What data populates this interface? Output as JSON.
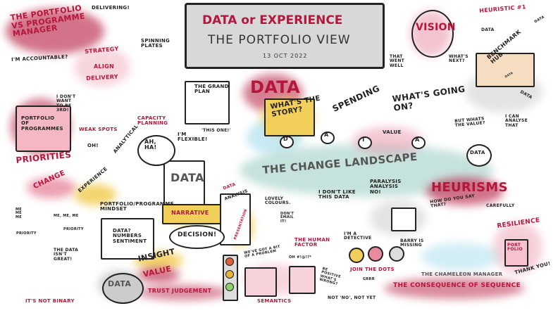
{
  "title": {
    "line1": "DATA or EXPERIENCE",
    "line2": "THE PORTFOLIO VIEW",
    "date": "13 OCT 2022"
  },
  "colors": {
    "accent_red": "#b5173c",
    "highlight_pink": "#e88aa0",
    "highlight_yellow": "#f2cf5b",
    "highlight_blue": "#8fd3e8",
    "landscape_teal": "#a9d3cc",
    "banner_gray": "#d8d8d8"
  },
  "labels": [
    {
      "id": "portfolio-vs-programme",
      "text": "THE PORTFOLIO\nvs PROGRAMME\nMANAGER",
      "style": "red"
    },
    {
      "id": "delivering",
      "text": "DELIVERING!"
    },
    {
      "id": "spinning-plates",
      "text": "SPINNING\nPLATES"
    },
    {
      "id": "strategy",
      "text": "STRATEGY",
      "style": "red"
    },
    {
      "id": "align",
      "text": "ALIGN",
      "style": "red"
    },
    {
      "id": "delivery",
      "text": "DELIVERY",
      "style": "red"
    },
    {
      "id": "accountable",
      "text": "I'M ACCOUNTABLE?"
    },
    {
      "id": "dont-want-3rd",
      "text": "I DON'T\nWANT\nTO BE\n3rd!"
    },
    {
      "id": "portfolio-of-programmes",
      "text": "PORTFOLIO\nof\nPROGRAMMES"
    },
    {
      "id": "weak-spots",
      "text": "WEAK SPOTS",
      "style": "red"
    },
    {
      "id": "capacity-planning",
      "text": "CAPACITY\nPLANNING",
      "style": "red"
    },
    {
      "id": "grand-plan",
      "text": "THE GRAND\nPLAN"
    },
    {
      "id": "this-one",
      "text": "'THIS ONE!'"
    },
    {
      "id": "priorities",
      "text": "PRIORITIES",
      "style": "red"
    },
    {
      "id": "oh",
      "text": "OH!"
    },
    {
      "id": "analytical",
      "text": "ANALYTICAL"
    },
    {
      "id": "ah-ha",
      "text": "AH,\nHA!"
    },
    {
      "id": "flexible",
      "text": "I'M\nFLEXIBLE!"
    },
    {
      "id": "change",
      "text": "CHANGE",
      "style": "red"
    },
    {
      "id": "experience",
      "text": "EXPERIENCE"
    },
    {
      "id": "mindset",
      "text": "PORTFOLIO/PROGRAMME\nMINDSET"
    },
    {
      "id": "monitor-data",
      "text": "DATA",
      "style": "gray"
    },
    {
      "id": "narrative",
      "text": "NARRATIVE",
      "style": "red"
    },
    {
      "id": "me-me-me-1",
      "text": "ME\nME\nME"
    },
    {
      "id": "priority-1",
      "text": "PRIORITY"
    },
    {
      "id": "me-me-me-2",
      "text": "ME, ME, ME"
    },
    {
      "id": "priority-2",
      "text": "PRIORITY"
    },
    {
      "id": "data-isnt-great",
      "text": "THE DATA\nISN'T\nGREAT!"
    },
    {
      "id": "not-binary",
      "text": "IT'S NOT BINARY",
      "style": "red"
    },
    {
      "id": "envelope",
      "text": "DATA?\nNUMBERS\nSENTIMENT"
    },
    {
      "id": "decision",
      "text": "DECISION!"
    },
    {
      "id": "insight",
      "text": "INSIGHT"
    },
    {
      "id": "value-arrow",
      "text": "VALUE",
      "style": "red"
    },
    {
      "id": "data-sack",
      "text": "DATA",
      "style": "gray"
    },
    {
      "id": "trust-judgement",
      "text": "TRUST JUDGEMENT",
      "style": "red"
    },
    {
      "id": "data-tab",
      "text": "DATA",
      "style": "red"
    },
    {
      "id": "analysis-tab",
      "text": "ANALYSIS"
    },
    {
      "id": "presentation",
      "text": "PRESENTATION",
      "style": "red"
    },
    {
      "id": "data-big",
      "text": "DATA",
      "style": "red"
    },
    {
      "id": "whats-the-story",
      "text": "WHAT'S THE\nSTORY?"
    },
    {
      "id": "spending",
      "text": "SPENDING"
    },
    {
      "id": "whats-going-on",
      "text": "WHAT'S GOING\nON?"
    },
    {
      "id": "value-mountain",
      "text": "VALUE"
    },
    {
      "id": "stone-d",
      "text": "D"
    },
    {
      "id": "stone-a1",
      "text": "A"
    },
    {
      "id": "stone-t",
      "text": "T"
    },
    {
      "id": "stone-a2",
      "text": "A"
    },
    {
      "id": "change-landscape",
      "text": "THE CHANGE LANDSCAPE",
      "style": "gray"
    },
    {
      "id": "vision",
      "text": "VISION",
      "style": "red"
    },
    {
      "id": "went-well",
      "text": "THAT\nWENT\nWELL"
    },
    {
      "id": "whats-next",
      "text": "WHAT'S\nNEXT?"
    },
    {
      "id": "heuristic-1",
      "text": "HEURISTIC #1",
      "style": "red"
    },
    {
      "id": "benchmark-hub",
      "text": "BENCHMARK\nHUB"
    },
    {
      "id": "data-arrow-1",
      "text": "DATA"
    },
    {
      "id": "data-arrow-2",
      "text": "DATA"
    },
    {
      "id": "data-arrow-3",
      "text": "DATA"
    },
    {
      "id": "data-arrow-4",
      "text": "DATA"
    },
    {
      "id": "whats-the-value",
      "text": "BUT WHATS\nTHE VALUE?"
    },
    {
      "id": "can-analyse",
      "text": "I CAN\nANALYSE\nTHAT"
    },
    {
      "id": "data-ball",
      "text": "DATA"
    },
    {
      "id": "lovely-colours",
      "text": "LOVELY\nCOLOURS."
    },
    {
      "id": "dont-email",
      "text": "DON'T\nEMAIL\nIT!"
    },
    {
      "id": "dont-like-data",
      "text": "I DON'T LIKE\nTHIS DATA"
    },
    {
      "id": "human-factor",
      "text": "THE HUMAN\nFACTOR",
      "style": "red"
    },
    {
      "id": "paralysis",
      "text": "PARALYSIS\nANALYSIS\nNO!"
    },
    {
      "id": "heurisms",
      "text": "HEURISMS",
      "style": "red"
    },
    {
      "id": "how-do-you-say",
      "text": "HOW DO YOU SAY\nTHAT?"
    },
    {
      "id": "carefully",
      "text": "CAREFULLY"
    },
    {
      "id": "resilience",
      "text": "RESILIENCE",
      "style": "red"
    },
    {
      "id": "shield",
      "text": "PORT\nFOLIO",
      "style": "red"
    },
    {
      "id": "detective",
      "text": "I'M A\nDETECTIVE"
    },
    {
      "id": "barry-missing",
      "text": "BARRY IS\nMISSING"
    },
    {
      "id": "join-dots",
      "text": "JOIN THE DOTS",
      "style": "red"
    },
    {
      "id": "chameleon",
      "text": "THE CHAMELEON MANAGER",
      "style": "gray"
    },
    {
      "id": "thank-you",
      "text": "THANK YOU!"
    },
    {
      "id": "consequence",
      "text": "THE CONSEQUENCE OF SEQUENCE",
      "style": "red"
    },
    {
      "id": "got-a-problem",
      "text": "WE'VE GOT A BIT\nOF A PROBLEM"
    },
    {
      "id": "oh-expletive",
      "text": "OH #!@!?*"
    },
    {
      "id": "semantics",
      "text": "SEMANTICS",
      "style": "red"
    },
    {
      "id": "be-positive",
      "text": "BE\nPOSITIVE\nWHAT'S\nWRONG?"
    },
    {
      "id": "grrr",
      "text": "GRRR"
    },
    {
      "id": "not-no",
      "text": "NOT 'NO', NOT YET"
    }
  ]
}
